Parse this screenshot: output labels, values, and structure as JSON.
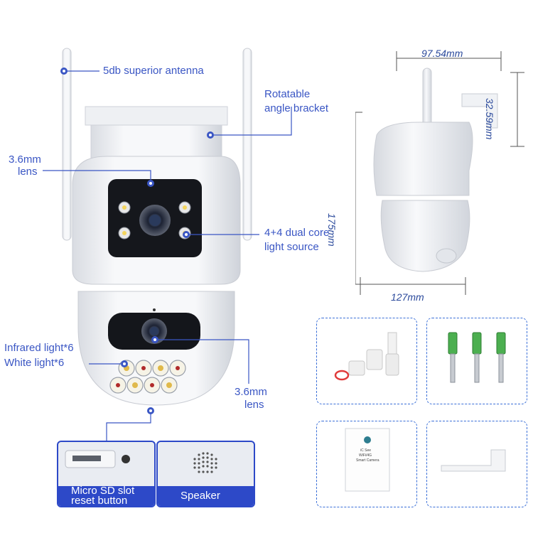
{
  "callouts": {
    "antenna": "5db superior antenna",
    "bracket_line1": "Rotatable",
    "bracket_line2": "angle bracket",
    "lens_top_line1": "3.6mm",
    "lens_top_line2": "lens",
    "light_line1": "4+4 dual core",
    "light_line2": "light source",
    "infrared": "Infrared light*6",
    "white": "White light*6",
    "lens_bottom_line1": "3.6mm",
    "lens_bottom_line2": "lens"
  },
  "dimensions": {
    "width_top": "97.54mm",
    "bracket_height": "32.59mm",
    "height": "175mm",
    "width_bottom": "127mm"
  },
  "details": {
    "sd_line1": "Micro SD slot",
    "sd_line2": "reset button",
    "speaker": "Speaker"
  },
  "accessories": {
    "manual_title_line1": "iC See",
    "manual_title_line2": "WiFi/4G",
    "manual_title_line3": "Smart Camera"
  },
  "colors": {
    "accent": "#3a56c4",
    "dimension_text": "#2b4a9c",
    "detail_band": "#2d49c8",
    "screw_anchor": "#4caf50"
  }
}
